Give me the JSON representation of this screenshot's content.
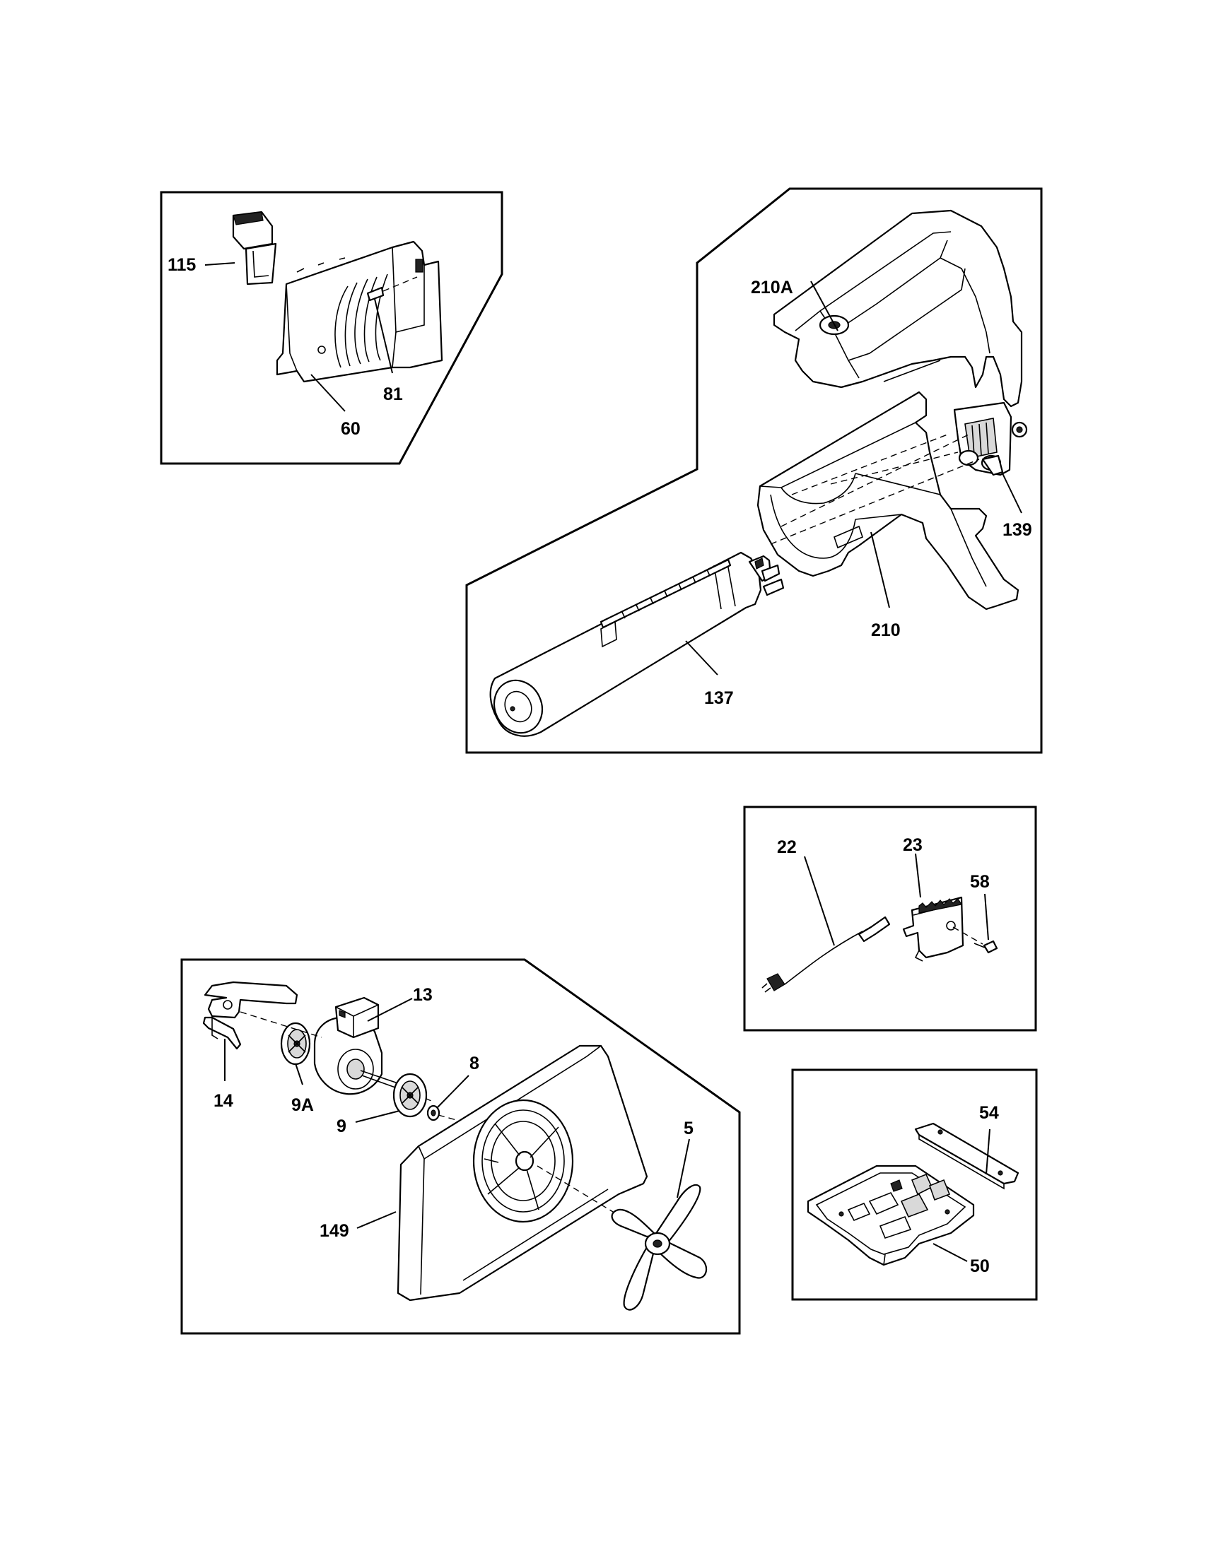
{
  "labels": {
    "p115": "115",
    "p81": "81",
    "p60": "60",
    "p210A": "210A",
    "p139": "139",
    "p210": "210",
    "p137": "137",
    "p22": "22",
    "p23": "23",
    "p58": "58",
    "p13": "13",
    "p14": "14",
    "p9A": "9A",
    "p8": "8",
    "p9": "9",
    "p5": "5",
    "p149": "149",
    "p54": "54",
    "p50": "50"
  }
}
